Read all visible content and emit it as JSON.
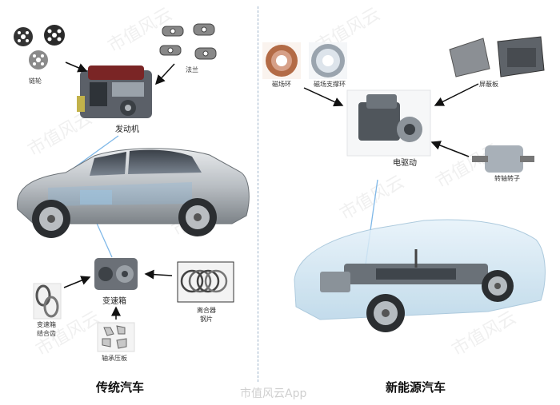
{
  "left": {
    "title": "传统汽车",
    "labels": {
      "gear": "链轮",
      "flange": "法兰",
      "engine": "发动机",
      "gearbox": "变速箱",
      "synchro_line1": "变速箱",
      "synchro_line2": "结合齿",
      "clutch_line1": "离合器",
      "clutch_line2": "钢片",
      "bearing": "轴承压板"
    }
  },
  "right": {
    "title": "新能源汽车",
    "labels": {
      "rotor_ring": "磁场环",
      "stator_ring": "磁场支撑环",
      "shield": "屏蔽板",
      "edrive": "电驱动",
      "rotor": "转轴转子"
    }
  },
  "watermark": {
    "text": "市值风云App",
    "repeat": "市值风云"
  }
}
